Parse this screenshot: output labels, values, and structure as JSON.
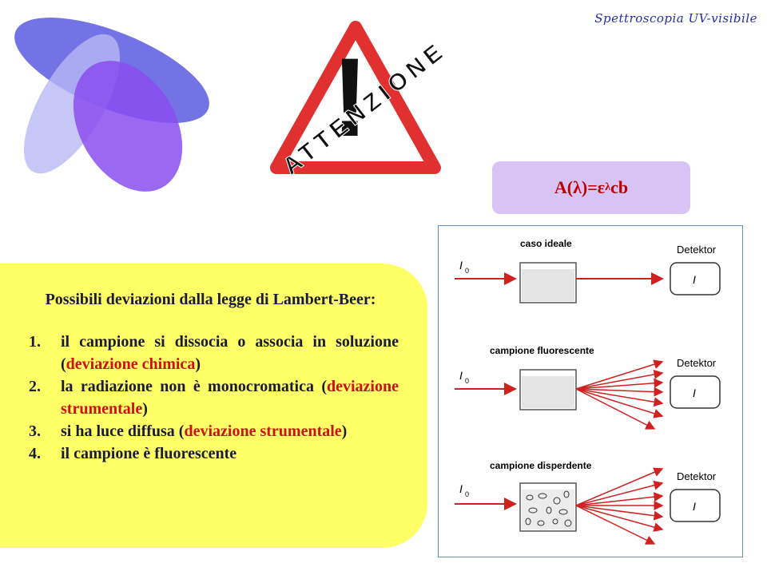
{
  "header": {
    "title": "Spettroscopia UV-visibile"
  },
  "warning": {
    "word": "ATTENZIONE",
    "mark": "!"
  },
  "formula": {
    "lhs": "A(λ)=ε",
    "sub": "λ",
    "rhs": "cb"
  },
  "panel": {
    "heading": "Possibili deviazioni dalla legge di Lambert-Beer:",
    "items": [
      {
        "num": "1.",
        "text": "il campione si dissocia o associa in soluzione (",
        "highlight": "deviazione chimica",
        "after": ")"
      },
      {
        "num": "2.",
        "text": "la radiazione non è monocromatica (",
        "highlight": "deviazione strumentale",
        "after": ")"
      },
      {
        "num": "3.",
        "text": "si ha luce diffusa (",
        "highlight": "deviazione strumentale",
        "after": ")"
      },
      {
        "num": "4.",
        "text": "il campione è fluorescente",
        "highlight": "",
        "after": ""
      }
    ]
  },
  "diagram": {
    "detector_label": "Detektor",
    "incident_label": "I",
    "incident_sub": "0",
    "detector_value": "I",
    "panels": [
      {
        "caption": "caso ideale"
      },
      {
        "caption": "campione fluorescente"
      },
      {
        "caption": "campione disperdente"
      }
    ]
  },
  "colors": {
    "accent_red": "#cc1111",
    "panel_yellow": "#ffff66",
    "formula_bg": "#d8c3f5",
    "title_blue": "#2a2aa8"
  }
}
